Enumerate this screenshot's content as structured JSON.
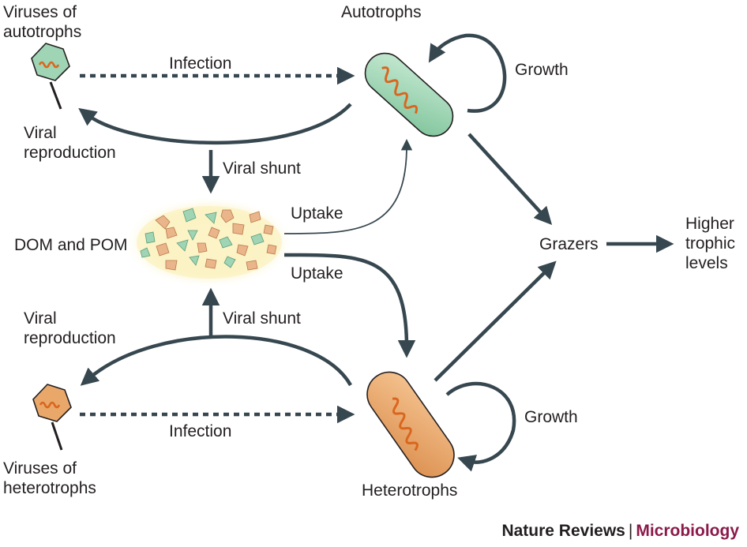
{
  "labels": {
    "viruses_autotrophs_1": "Viruses of",
    "viruses_autotrophs_2": "autotrophs",
    "autotrophs": "Autotrophs",
    "infection_top": "Infection",
    "growth_top": "Growth",
    "viral_reproduction_top_1": "Viral",
    "viral_reproduction_top_2": "reproduction",
    "viral_shunt_top": "Viral shunt",
    "uptake_top": "Uptake",
    "dom_pom": "DOM and POM",
    "uptake_bottom": "Uptake",
    "grazers": "Grazers",
    "higher_1": "Higher",
    "higher_2": "trophic",
    "higher_3": "levels",
    "viral_reproduction_bottom_1": "Viral",
    "viral_reproduction_bottom_2": "reproduction",
    "viral_shunt_bottom": "Viral shunt",
    "infection_bottom": "Infection",
    "growth_bottom": "Growth",
    "viruses_heterotrophs_1": "Viruses of",
    "viruses_heterotrophs_2": "heterotrophs",
    "heterotrophs": "Heterotrophs"
  },
  "footer": {
    "journal": "Nature Reviews",
    "separator": "|",
    "section": "Microbiology"
  },
  "colors": {
    "arrow": "#37474f",
    "autotroph_fill": "#9fd4b4",
    "heterotroph_fill": "#e9a86a",
    "genome": "#d9661f",
    "cloud": "#fbf3c4",
    "section_accent": "#8b1a4a"
  }
}
